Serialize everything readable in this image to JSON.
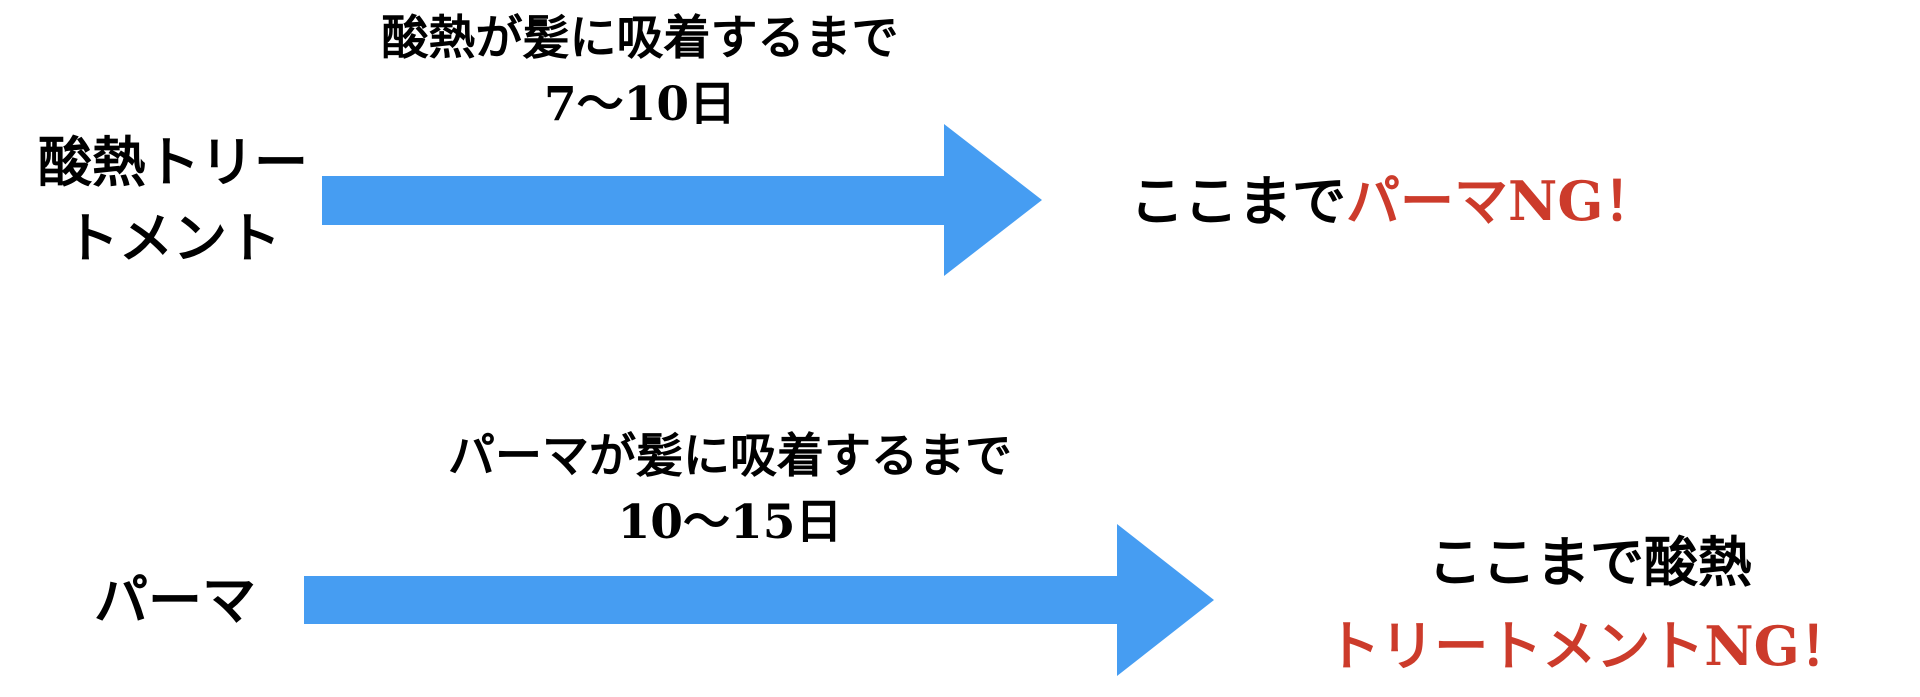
{
  "row1": {
    "label_line1": "酸熱トリー",
    "label_line2": "トメント",
    "caption_line1": "酸熱が髪に吸着するまで",
    "caption_line2": "7〜10日",
    "result_black": "ここまで",
    "result_red": "パーマNG！"
  },
  "row2": {
    "label": "パーマ",
    "caption_line1": "パーマが髪に吸着するまで",
    "caption_line2": "10〜15日",
    "result_line1": "ここまで酸熱",
    "result_line2": "トリートメントNG！"
  },
  "colors": {
    "arrow": "#469df2",
    "highlight": "#cc3b2b",
    "text": "#000000"
  }
}
